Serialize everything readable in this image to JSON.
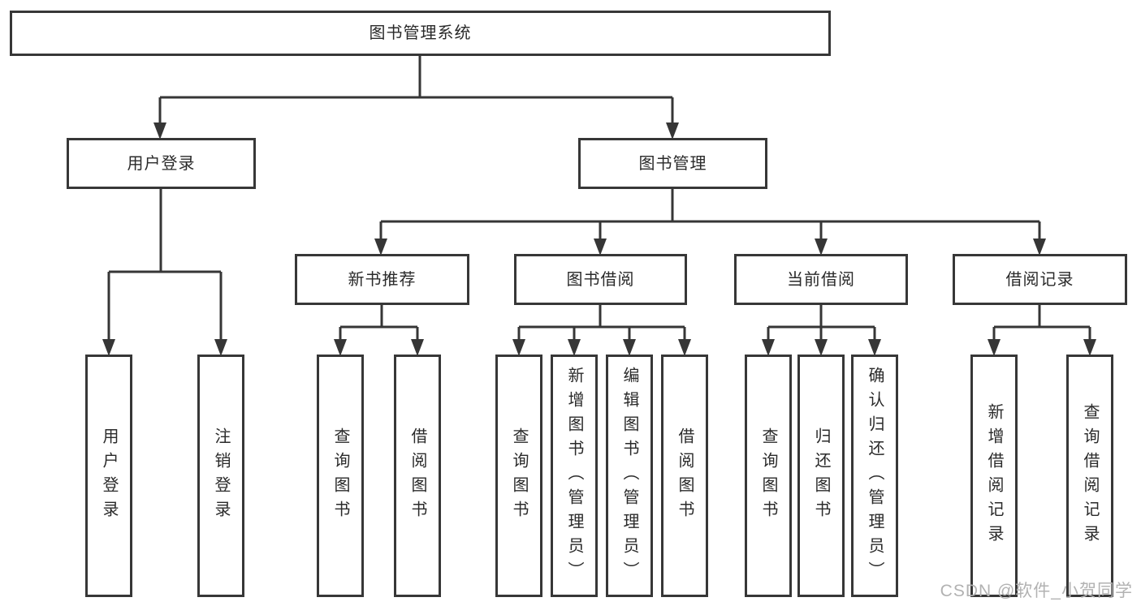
{
  "diagram": {
    "root": {
      "label": "图书管理系统"
    },
    "branches": [
      {
        "label": "用户登录",
        "children": [
          {
            "label": "用户登录"
          },
          {
            "label": "注销登录"
          }
        ]
      },
      {
        "label": "图书管理",
        "children": [
          {
            "label": "新书推荐",
            "children": [
              {
                "label": "查询图书"
              },
              {
                "label": "借阅图书"
              }
            ]
          },
          {
            "label": "图书借阅",
            "children": [
              {
                "label": "查询图书"
              },
              {
                "label": "新增图书（管理员）"
              },
              {
                "label": "编辑图书（管理员）"
              },
              {
                "label": "借阅图书"
              }
            ]
          },
          {
            "label": "当前借阅",
            "children": [
              {
                "label": "查询图书"
              },
              {
                "label": "归还图书"
              },
              {
                "label": "确认归还（管理员）"
              }
            ]
          },
          {
            "label": "借阅记录",
            "children": [
              {
                "label": "新增借阅记录"
              },
              {
                "label": "查询借阅记录"
              }
            ]
          }
        ]
      }
    ]
  },
  "watermark": {
    "text": "CSDN @软件_小贺同学"
  },
  "colors": {
    "line": "#363636",
    "border": "#373737",
    "text": "#2a2a2a",
    "watermark_gray": "#b2b2b2",
    "background": "#ffffff"
  }
}
